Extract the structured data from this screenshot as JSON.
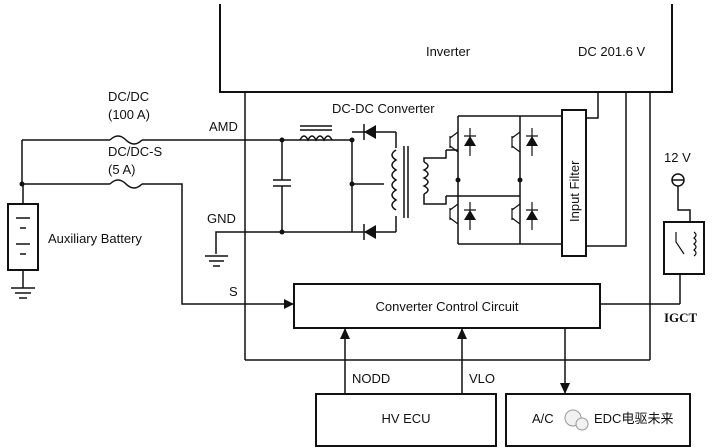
{
  "diagram": {
    "inverter_label": "Inverter",
    "dc_voltage_label": "DC 201.6 V",
    "dcdc_converter_label": "DC-DC Converter",
    "fuse_main_label_1": "DC/DC",
    "fuse_main_label_2": "(100 A)",
    "fuse_s_label_1": "DC/DC-S",
    "fuse_s_label_2": "(5 A)",
    "amd_label": "AMD",
    "gnd_label": "GND",
    "s_label": "S",
    "input_filter_label": "Input Filter",
    "battery_label": "Auxiliary Battery",
    "control_circuit_label": "Converter Control Circuit",
    "v12_label": "12 V",
    "igct_label": "IGCT",
    "nodd_label": "NODD",
    "vlo_label": "VLO",
    "hv_ecu_label": "HV ECU",
    "ac_label": "A/C",
    "watermark_text": "EDC电驱未来"
  }
}
